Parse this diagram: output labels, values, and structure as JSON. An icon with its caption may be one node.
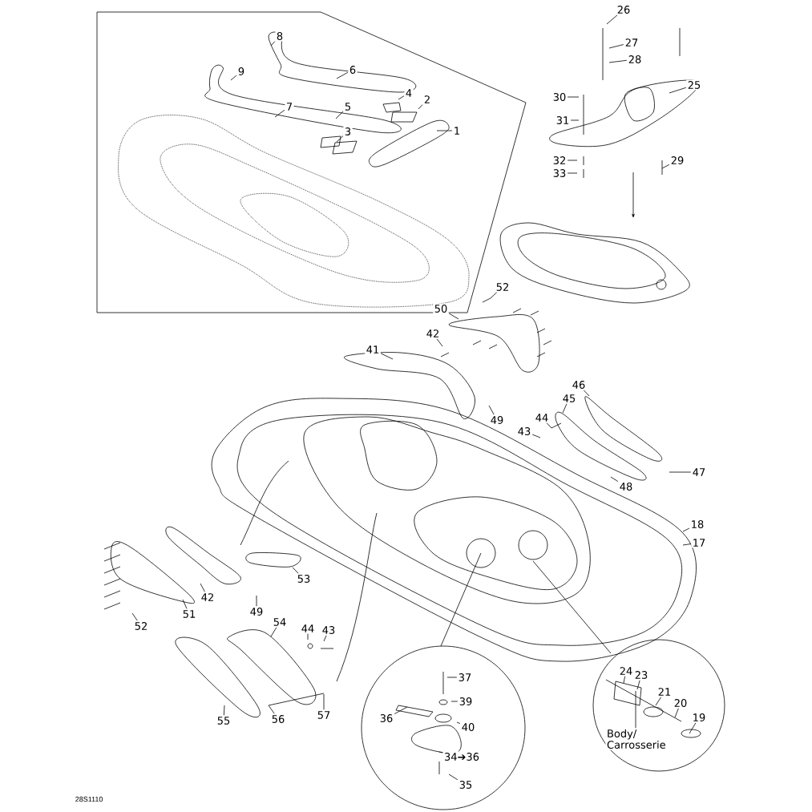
{
  "diagram": {
    "nodes": [
      {
        "text": [
          "8"
        ]
      },
      {
        "text": [
          "9"
        ]
      },
      {
        "text": [
          "6"
        ]
      },
      {
        "text": [
          "4"
        ]
      },
      {
        "text": [
          "2"
        ]
      },
      {
        "text": [
          "7"
        ]
      },
      {
        "text": [
          "5"
        ]
      },
      {
        "text": [
          "3"
        ]
      },
      {
        "text": [
          "1"
        ]
      },
      {
        "text": [
          "26"
        ]
      },
      {
        "text": [
          "27"
        ]
      },
      {
        "text": [
          "28"
        ]
      },
      {
        "text": [
          "25"
        ]
      },
      {
        "text": [
          "30"
        ]
      },
      {
        "text": [
          "31"
        ]
      },
      {
        "text": [
          "32"
        ]
      },
      {
        "text": [
          "29"
        ]
      },
      {
        "text": [
          "33"
        ]
      },
      {
        "text": [
          "52"
        ]
      },
      {
        "text": [
          "50"
        ]
      },
      {
        "text": [
          "42"
        ]
      },
      {
        "text": [
          "41"
        ]
      },
      {
        "text": [
          "46"
        ]
      },
      {
        "text": [
          "45"
        ]
      },
      {
        "text": [
          "49"
        ]
      },
      {
        "text": [
          "44"
        ]
      },
      {
        "text": [
          "43"
        ]
      },
      {
        "text": [
          "47"
        ]
      },
      {
        "text": [
          "48"
        ]
      },
      {
        "text": [
          "18"
        ]
      },
      {
        "text": [
          "17"
        ]
      },
      {
        "text": [
          "53"
        ]
      },
      {
        "text": [
          "42"
        ]
      },
      {
        "text": [
          "49"
        ]
      },
      {
        "text": [
          "51"
        ]
      },
      {
        "text": [
          "52"
        ]
      },
      {
        "text": [
          "54"
        ]
      },
      {
        "text": [
          "44"
        ]
      },
      {
        "text": [
          "43"
        ]
      },
      {
        "text": [
          "57"
        ]
      },
      {
        "text": [
          "55"
        ]
      },
      {
        "text": [
          "56"
        ]
      },
      {
        "text": [
          "37"
        ]
      },
      {
        "text": [
          "39"
        ]
      },
      {
        "text": [
          "36"
        ]
      },
      {
        "text": [
          "40"
        ]
      },
      {
        "text": [
          "34➔36"
        ]
      },
      {
        "text": [
          "35"
        ]
      },
      {
        "text": [
          "24"
        ]
      },
      {
        "text": [
          "23"
        ]
      },
      {
        "text": [
          "21"
        ]
      },
      {
        "text": [
          "20"
        ]
      },
      {
        "text": [
          "19"
        ]
      },
      {
        "text": [
          "Body/ Carrosserie"
        ]
      }
    ],
    "edges": [
      {
        "from": 0,
        "to": null,
        "arrow": "none"
      },
      {
        "from": 1,
        "to": null,
        "arrow": "none"
      },
      {
        "from": 2,
        "to": null,
        "arrow": "none"
      },
      {
        "from": 3,
        "to": null,
        "arrow": "none"
      },
      {
        "from": 4,
        "to": null,
        "arrow": "none"
      },
      {
        "from": 5,
        "to": null,
        "arrow": "none"
      },
      {
        "from": 6,
        "to": null,
        "arrow": "none"
      },
      {
        "from": 7,
        "to": null,
        "arrow": "none"
      },
      {
        "from": 8,
        "to": null,
        "arrow": "none"
      },
      {
        "from": 9,
        "to": null,
        "arrow": "none"
      },
      {
        "from": 10,
        "to": null,
        "arrow": "none"
      },
      {
        "from": 11,
        "to": null,
        "arrow": "none"
      },
      {
        "from": 12,
        "to": null,
        "arrow": "none"
      },
      {
        "from": 13,
        "to": null,
        "arrow": "none"
      },
      {
        "from": 14,
        "to": null,
        "arrow": "none"
      },
      {
        "from": 15,
        "to": null,
        "arrow": "none"
      },
      {
        "from": 16,
        "to": null,
        "arrow": "none"
      },
      {
        "from": 17,
        "to": null,
        "arrow": "none"
      },
      {
        "from": 18,
        "to": null,
        "arrow": "none"
      },
      {
        "from": 19,
        "to": null,
        "arrow": "none"
      },
      {
        "from": 20,
        "to": null,
        "arrow": "none"
      },
      {
        "from": 21,
        "to": null,
        "arrow": "none"
      },
      {
        "from": 22,
        "to": null,
        "arrow": "none"
      },
      {
        "from": 23,
        "to": null,
        "arrow": "none"
      },
      {
        "from": 24,
        "to": null,
        "arrow": "none"
      },
      {
        "from": 25,
        "to": null,
        "arrow": "none"
      },
      {
        "from": 26,
        "to": null,
        "arrow": "none"
      },
      {
        "from": 27,
        "to": null,
        "arrow": "none"
      },
      {
        "from": 28,
        "to": null,
        "arrow": "none"
      },
      {
        "from": 29,
        "to": null,
        "arrow": "none"
      },
      {
        "from": 30,
        "to": null,
        "arrow": "none"
      },
      {
        "from": 31,
        "to": null,
        "arrow": "none"
      },
      {
        "from": 32,
        "to": null,
        "arrow": "none"
      },
      {
        "from": 33,
        "to": null,
        "arrow": "none"
      },
      {
        "from": 34,
        "to": null,
        "arrow": "none"
      },
      {
        "from": 35,
        "to": null,
        "arrow": "none"
      },
      {
        "from": 36,
        "to": null,
        "arrow": "none"
      },
      {
        "from": 37,
        "to": null,
        "arrow": "none"
      },
      {
        "from": 38,
        "to": null,
        "arrow": "none"
      },
      {
        "from": 39,
        "to": null,
        "arrow": "none"
      },
      {
        "from": 40,
        "to": null,
        "arrow": "none"
      },
      {
        "from": 41,
        "to": null,
        "arrow": "none"
      },
      {
        "from": 42,
        "to": null,
        "arrow": "none"
      },
      {
        "from": 43,
        "to": null,
        "arrow": "none"
      },
      {
        "from": 44,
        "to": null,
        "arrow": "none"
      },
      {
        "from": 45,
        "to": null,
        "arrow": "none"
      },
      {
        "from": 46,
        "to": null,
        "arrow": "none"
      },
      {
        "from": 47,
        "to": null,
        "arrow": "none"
      },
      {
        "from": 48,
        "to": null,
        "arrow": "none"
      },
      {
        "from": 49,
        "to": null,
        "arrow": "none"
      },
      {
        "from": 50,
        "to": null,
        "arrow": "none"
      },
      {
        "from": 51,
        "to": null,
        "arrow": "none"
      },
      {
        "from": 52,
        "to": null,
        "arrow": "none"
      },
      {
        "from": 53,
        "to": null,
        "arrow": "none"
      }
    ],
    "labels": [
      "28S1110"
    ]
  }
}
